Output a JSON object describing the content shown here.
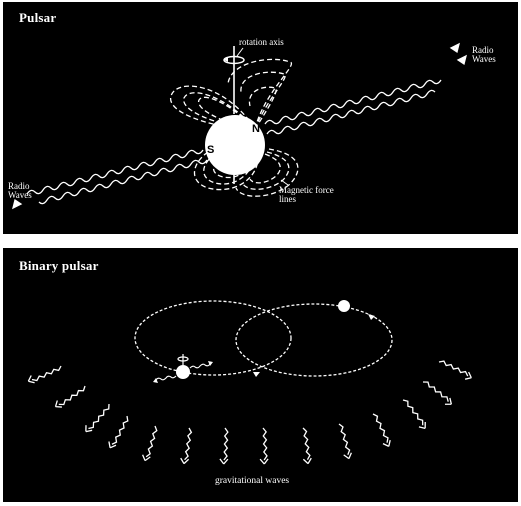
{
  "pulsar": {
    "title": "Pulsar",
    "rotation_axis_label": "rotation axis",
    "radio_waves_right": [
      "Radio",
      "Waves"
    ],
    "radio_waves_left": [
      "Radio",
      "Waves"
    ],
    "magnetic_label": [
      "Magnetic force",
      "lines"
    ],
    "pole_north": "N",
    "pole_south": "S"
  },
  "binary": {
    "title": "Binary pulsar",
    "gravitational_waves_label": "gravitational waves"
  },
  "colors": {
    "panel_background": "#000000",
    "foreground": "#ffffff",
    "frame": "#ffffff"
  }
}
